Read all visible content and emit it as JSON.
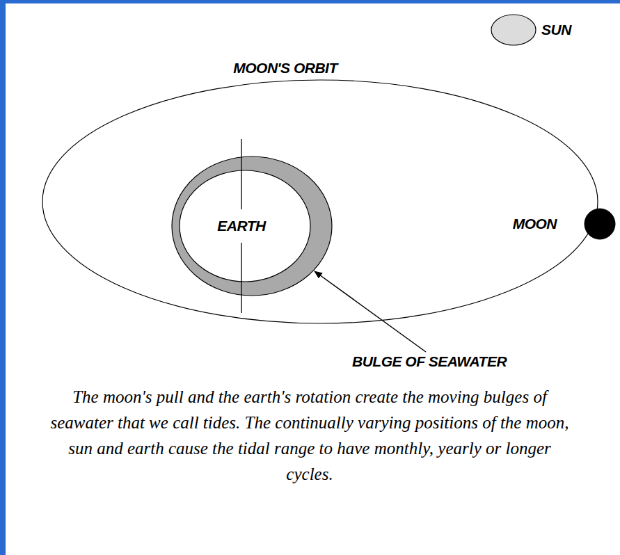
{
  "diagram": {
    "caption": "The moon's pull and the earth's rotation create the moving bulges of seawater that we call tides. The continually varying positions of the moon, sun and earth cause the tidal range to have monthly, yearly or longer cycles.",
    "nodes": [
      {
        "text": [
          "SUN"
        ]
      },
      {
        "text": [
          "MOON'S ORBIT"
        ]
      },
      {
        "text": [
          "EARTH"
        ],
        "in": 1
      },
      {
        "text": [
          "MOON"
        ]
      }
    ],
    "labels": [
      "BULGE OF SEAWATER"
    ]
  }
}
